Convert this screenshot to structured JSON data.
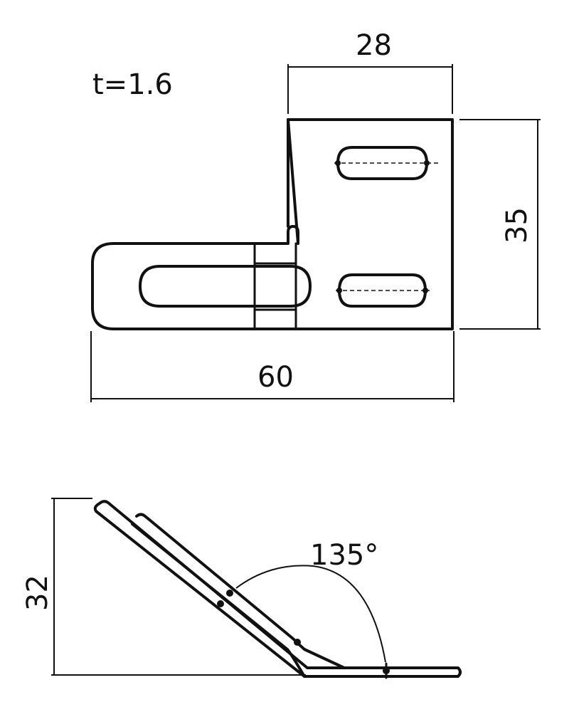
{
  "thickness_label": "t=1.6",
  "dimensions": {
    "top_width": "28",
    "height": "35",
    "overall_width": "60",
    "side_height": "32",
    "bend_angle": "135°"
  },
  "colors": {
    "ink": "#111111",
    "background": "#ffffff"
  }
}
